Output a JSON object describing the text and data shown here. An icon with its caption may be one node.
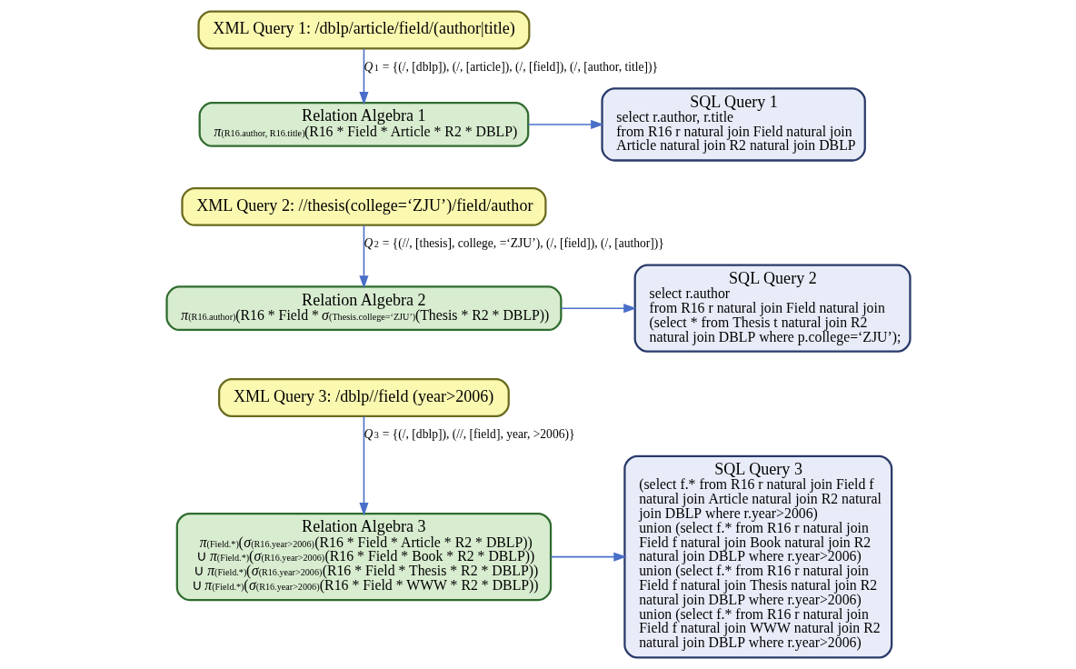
{
  "diagram": {
    "nodes": [
      {
        "text": [
          "XML Query 1: /dblp/article/field/(author|title)"
        ]
      },
      {
        "text": [
          "Relation Algebra 1",
          "*π*$_{(R16.author, R16.title)}$(R16 * Field * Article * R2 * DBLP)"
        ]
      },
      {
        "text": [
          "SQL Query 1",
          "select r.author, r.title",
          "from R16 r natural join Field natural join Article natural join R2 natural join DBLP"
        ]
      },
      {
        "text": [
          "XML Query 2: //thesis(college=‘ZJU’)/field/author"
        ]
      },
      {
        "text": [
          "Relation Algebra 2",
          "*π*$_{(R16.author)}$(R16 * Field * *σ*$_{(Thesis.college=‘ZJU’)}$(Thesis * R2 * DBLP))"
        ]
      },
      {
        "text": [
          "SQL Query 2",
          "select r.author",
          "from R16 r natural join Field natural join (select * from Thesis t natural join R2 natural join DBLP where p.college=‘ZJU’);"
        ]
      },
      {
        "text": [
          "XML Query 3: /dblp//field (year>2006)"
        ]
      },
      {
        "text": [
          "Relation Algebra 3",
          "*π*$_{(Field.*)}$(*σ*$_{(R16.year>2006)}$(R16 * Field * Article * R2 * DBLP))",
          "∪*π*$_{(Field.*)}$(*σ*$_{(R16.year>2006)}$(R16 * Field * Book * R2 * DBLP))",
          "∪*π*$_{(Field.*)}$(*σ*$_{(R16.year>2006)}$(R16 * Field * Thesis * R2 * DBLP))",
          "∪*π*$_{(Field.*)}$(*σ*$_{(R16.year>2006)}$(R16 * Field * WWW * R2 * DBLP))"
        ]
      },
      {
        "text": [
          "SQL Query 3",
          "(select f.* from R16 r natural join Field f natural join Article natural join R2 natural join DBLP where r.year>2006)",
          "union (select f.* from R16 r natural join Field f natural join Book natural join R2 natural join DBLP where r.year>2006)",
          "union (select f.* from R16 r natural join Field f natural join Thesis natural join R2 natural join DBLP where r.year>2006)",
          "union (select f.* from R16 r natural join Field f natural join WWW natural join R2 natural join DBLP where r.year>2006)"
        ]
      }
    ],
    "edges": [
      {
        "from": 0,
        "to": 1,
        "arrow": "to",
        "label": "*Q*$_{1}$ = {(/, [dblp]), (/, [article]), (/, [field]), (/, [author, title])}"
      },
      {
        "from": 1,
        "to": 2,
        "arrow": "to"
      },
      {
        "from": 3,
        "to": 4,
        "arrow": "to",
        "label": "*Q*$_{2}$ = {(//, [thesis], college, =‘ZJU’), (/, [field]), (/, [author])}"
      },
      {
        "from": 4,
        "to": 5,
        "arrow": "to"
      },
      {
        "from": 6,
        "to": 7,
        "arrow": "to",
        "label": "*Q*$_{3}$ = {(/, [dblp]), (//, [field], year, >2006)}"
      },
      {
        "from": 7,
        "to": 8,
        "arrow": "to"
      }
    ]
  }
}
